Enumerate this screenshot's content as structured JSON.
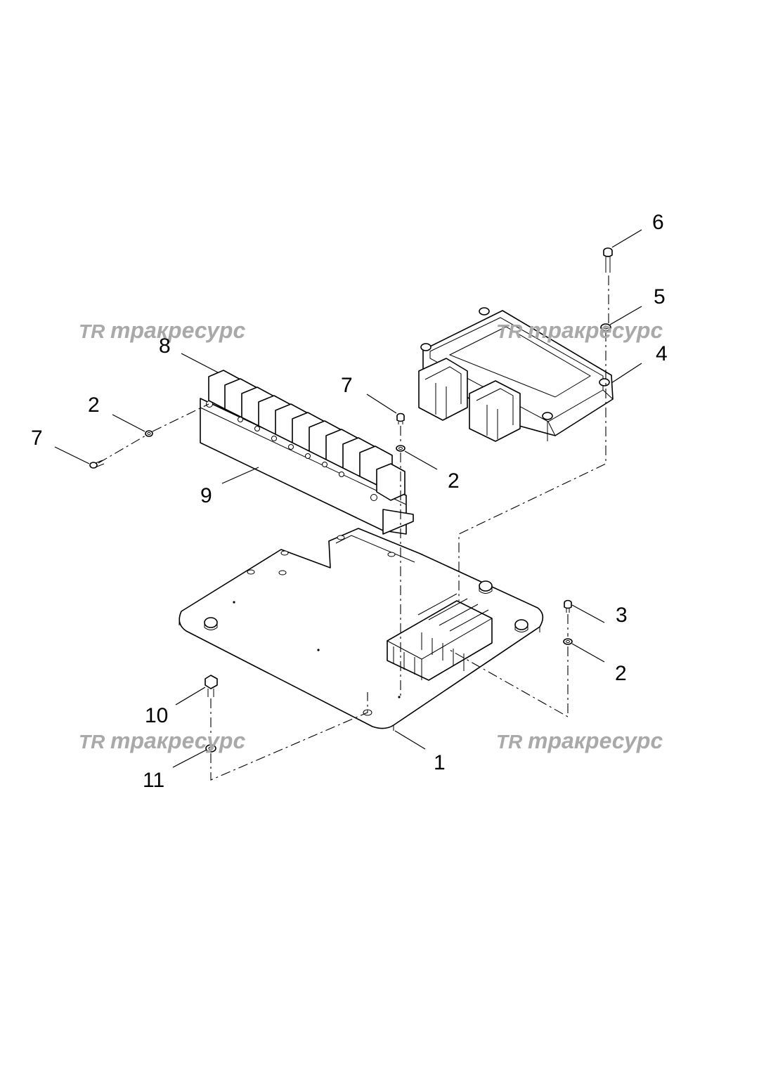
{
  "watermark": {
    "mark": "TR",
    "text": "тракресурс"
  },
  "callouts": [
    "1",
    "2",
    "2",
    "2",
    "3",
    "4",
    "5",
    "6",
    "7",
    "7",
    "8",
    "9",
    "10",
    "11"
  ]
}
